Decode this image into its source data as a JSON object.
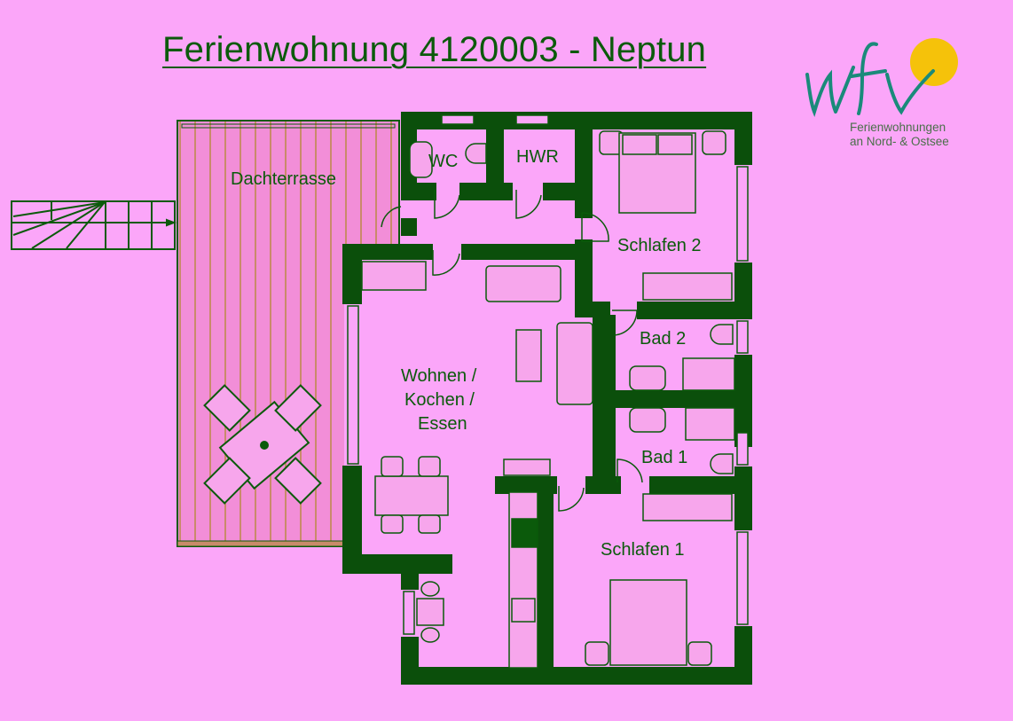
{
  "title": "Ferienwohnung 4120003 - Neptun",
  "logo": {
    "mark": "wfv",
    "line1": "Ferienwohnungen",
    "line2": "an Nord- & Ostsee",
    "text_color": "#1a8a7a",
    "sun_color": "#f5c20a"
  },
  "colors": {
    "background": "#fba6f9",
    "wall": "#0b4f0b",
    "line": "#0b5a0b",
    "deck": "#f28ed8",
    "deck_board": "#c98a6a"
  },
  "rooms": {
    "terrace": "Dachterrasse",
    "wc": "WC",
    "hwr": "HWR",
    "bedroom2": "Schlafen 2",
    "bath2": "Bad 2",
    "living_l1": "Wohnen /",
    "living_l2": "Kochen /",
    "living_l3": "Essen",
    "bath1": "Bad 1",
    "bedroom1": "Schlafen 1"
  }
}
